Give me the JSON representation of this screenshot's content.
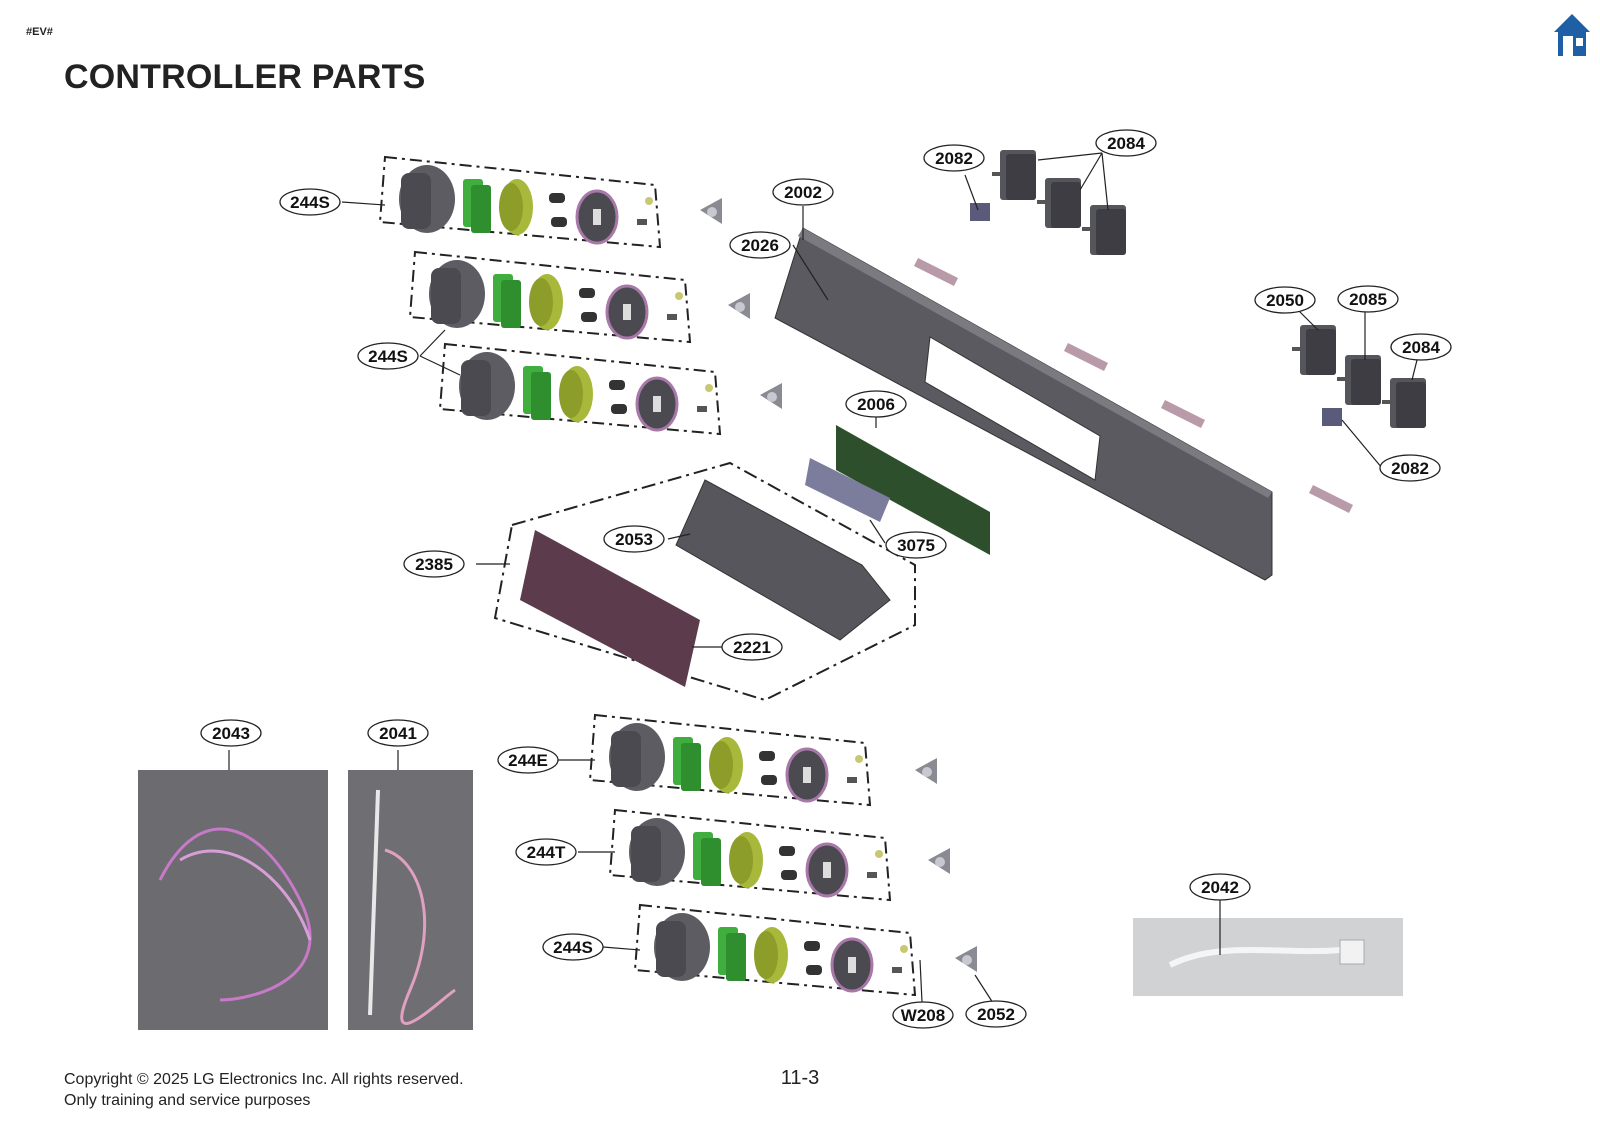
{
  "header": {
    "tag": "#EV#",
    "title": "CONTROLLER PARTS",
    "home_icon": "home-icon"
  },
  "callouts": {
    "c244s_top": "244S",
    "c244s_mid": "244S",
    "c244e": "244E",
    "c244t": "244T",
    "c244s_bot": "244S",
    "c2002": "2002",
    "c2026": "2026",
    "c2082_top": "2082",
    "c2084_top": "2084",
    "c2050": "2050",
    "c2085": "2085",
    "c2084_right": "2084",
    "c2082_right": "2082",
    "c2006": "2006",
    "c2053": "2053",
    "c3075": "3075",
    "c2385": "2385",
    "c2221": "2221",
    "c2043": "2043",
    "c2041": "2041",
    "c2042": "2042",
    "cw208": "W208",
    "c2052": "2052"
  },
  "footer": {
    "copyright": "Copyright © 2025 LG Electronics Inc. All rights reserved.",
    "purpose": "Only training and service purposes",
    "page": "11-3"
  },
  "colors": {
    "home": "#1f5fa6",
    "panel": "#55555c",
    "green": "#3fae3f",
    "olive": "#a8b83a",
    "board": "#2d4f2c",
    "window": "#5b3b4c"
  }
}
